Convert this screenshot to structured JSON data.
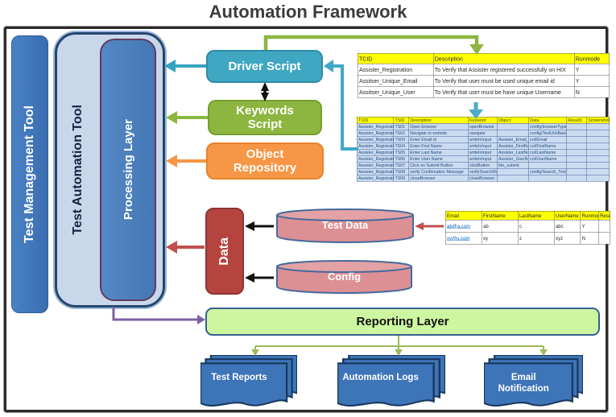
{
  "title": "Automation Framework",
  "pillars": {
    "test_management_tool": "Test Management Tool",
    "test_automation_tool": "Test Automation Tool",
    "processing_layer": "Processing Layer"
  },
  "nodes": {
    "driver_script": "Driver Script",
    "keywords_script": "Keywords Script",
    "object_repository": "Object Repository",
    "data": "Data",
    "test_data": "Test Data",
    "config": "Config",
    "reporting_layer": "Reporting Layer"
  },
  "outputs": [
    {
      "label": "Test Reports"
    },
    {
      "label": "Automation Logs"
    },
    {
      "label": "Email Notification"
    }
  ],
  "tables": {
    "test_cases": {
      "headers": [
        "TCID",
        "Description",
        "Runmode"
      ],
      "rows": [
        [
          "Assister_Registration",
          "To Verify that Assister registered successfully on HIX",
          "Y"
        ],
        [
          "Assitser_Unique_Email",
          "To Verify that user must be used unique email id",
          "Y"
        ],
        [
          "Assitser_Unique_User",
          "To Verify that user must be have unique Username",
          "N"
        ]
      ]
    },
    "test_steps": {
      "headers": [
        "TCID",
        "TSID",
        "Description",
        "Keyword",
        "Object",
        "Data",
        "Result1",
        "Screenshot"
      ],
      "rows": [
        [
          "Assister_Registration",
          "TS01",
          "Open browser",
          "openBrowser",
          "",
          "config/browserType",
          "",
          ""
        ],
        [
          "Assister_Registration",
          "TS02",
          "Navigate to website",
          "navigate",
          "",
          "config/TestUrlsBaseURL",
          "",
          ""
        ],
        [
          "Assister_Registration",
          "TS03",
          "Enter Email id",
          "writeInInput",
          "Assister_Email_",
          "col/Email",
          "",
          ""
        ],
        [
          "Assister_Registration",
          "TS04",
          "Enter First Name",
          "writeInInput",
          "Assister_FirstName",
          "col/FirstName",
          "",
          ""
        ],
        [
          "Assister_Registration",
          "TS05",
          "Enter Last Name",
          "writeInInput",
          "Assister_LastName",
          "col/LastName",
          "",
          ""
        ],
        [
          "Assister_Registration",
          "TS06",
          "Enter User Name",
          "writeInInput",
          "Assister_UserName",
          "col/UserName",
          "",
          ""
        ],
        [
          "Assister_Registration",
          "TS07",
          "Click on Submit Button",
          "clickButton",
          "btn_submit",
          "",
          "",
          ""
        ],
        [
          "Assister_Registration",
          "TS08",
          "verify Confirmation Message",
          "verifySearchResults",
          "",
          "config/Search_Text",
          "",
          ""
        ],
        [
          "Assister_Registration",
          "TS09",
          "closeBrowser",
          "closeBrowser",
          "",
          "",
          "",
          ""
        ]
      ],
      "red_cells": [
        [
          7,
          3
        ]
      ]
    },
    "test_data_sheet": {
      "headers": [
        "Email",
        "FirstName",
        "LastName",
        "UserName",
        "Runmode",
        "Result"
      ],
      "rows": [
        [
          "ab@a.com",
          "ab",
          "c",
          "abc",
          "Y",
          ""
        ],
        [
          "xy@u.com",
          "xy",
          "z",
          "xyz",
          "N",
          ""
        ]
      ],
      "link_col": 0
    }
  },
  "colors": {
    "title_text": "#3C3C3C",
    "blue_bar": "#3E74B8",
    "panel_fill": "#C9D7EB",
    "processing_fill": "#4A7EBB",
    "driver_teal": "#3FA7C2",
    "keywords_green": "#8CB63F",
    "object_orange": "#F79646",
    "data_red": "#B5443F",
    "cylinder_pink": "#DC9094",
    "cylinder_border_blue": "#44699D",
    "reporting_green": "#CDF6A0",
    "purple_arrow": "#7E5FA5",
    "tree_green": "#9BBB59",
    "big_arrow_blue": "#4BACC6",
    "table_header_yellow": "#FFFF00",
    "link_blue": "#0563C1",
    "red_text": "#FF0000",
    "doc_stack_blue": "#3E74B8"
  }
}
